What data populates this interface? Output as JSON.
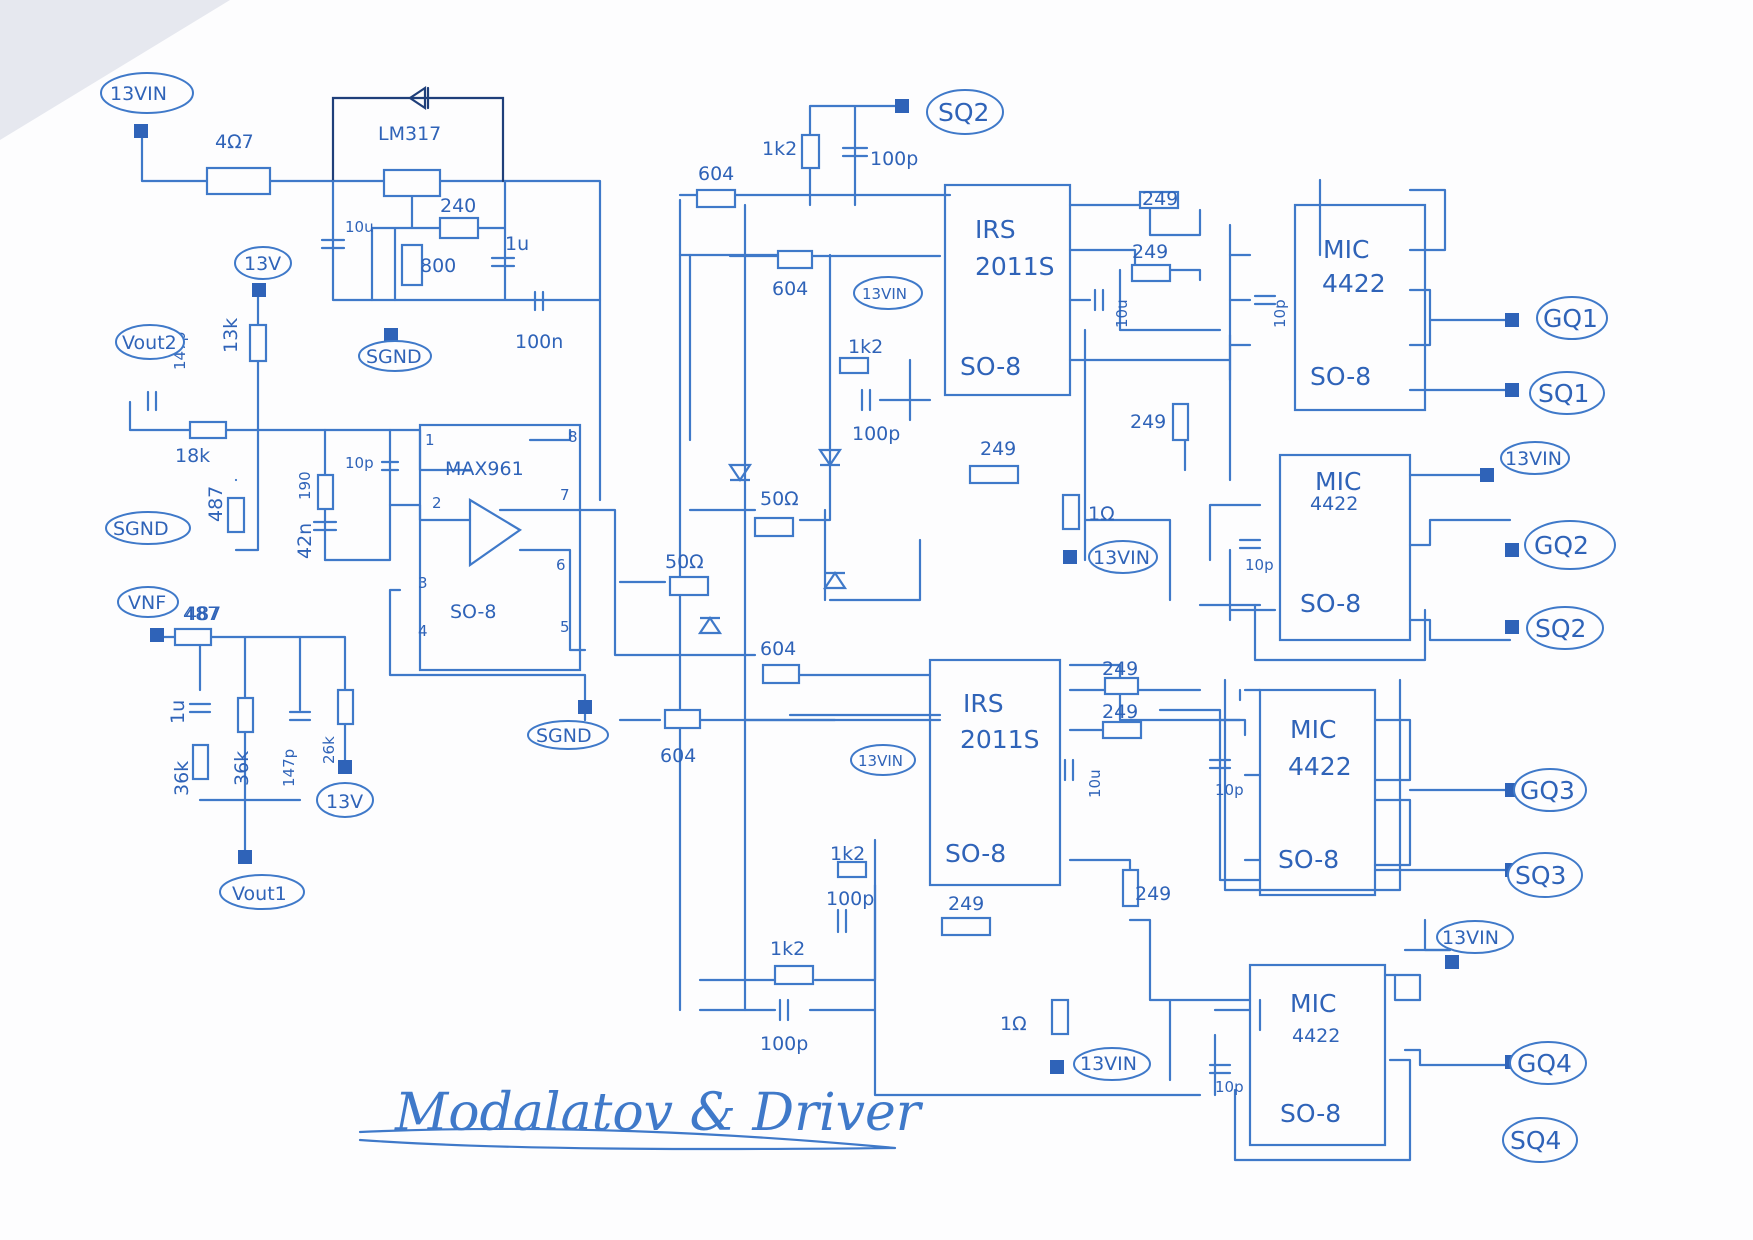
{
  "title": "Modalatov & Driver",
  "power": {
    "in_13v": "13VIN",
    "rail_13v": "13V",
    "ground": "SGND",
    "vout2": "Vout2",
    "vout1": "Vout1",
    "vnf": "VNF"
  },
  "regulator": {
    "name": "LM317",
    "r_series": "4Ω7",
    "r_adj": "240",
    "r_set": "800",
    "c_in": "10u",
    "c_out": "1u",
    "c_bypass": "100n"
  },
  "comparator": {
    "name": "MAX961",
    "package": "SO-8",
    "pins": [
      "1",
      "2",
      "3",
      "4",
      "5",
      "6",
      "7",
      "8"
    ],
    "r_top": "13k",
    "r_fb": "18k",
    "r_bottom": "487",
    "c_fb": "147p",
    "c_hyst": "10p",
    "r_rc": "190",
    "c_rc": "42n"
  },
  "input_network": {
    "r_in": "487",
    "c_couple": "1u",
    "r_a": "36k",
    "r_b": "36k",
    "c_filter": "147p",
    "r_pull": "26k"
  },
  "deadtime": {
    "r_main_a": "604",
    "r_main_b": "604",
    "r_main_c": "604",
    "r_main_d": "604",
    "r_50_a": "50Ω",
    "r_50_b": "50Ω",
    "r_1k2": "1k2",
    "c_100p": "100p"
  },
  "gate_driver": {
    "name_line1": "IRS",
    "name_line2": "2011S",
    "package": "SO-8",
    "r_out": "249",
    "c_boot": "10u",
    "r_sense": "1Ω"
  },
  "mosfet_driver": {
    "name_line1": "MIC",
    "name_line2": "4422",
    "package": "SO-8",
    "c_dec": "10p"
  },
  "outputs": [
    "SQ2",
    "GQ1",
    "SQ1",
    "GQ2",
    "SQ2",
    "GQ3",
    "SQ3",
    "GQ4",
    "SQ4"
  ]
}
